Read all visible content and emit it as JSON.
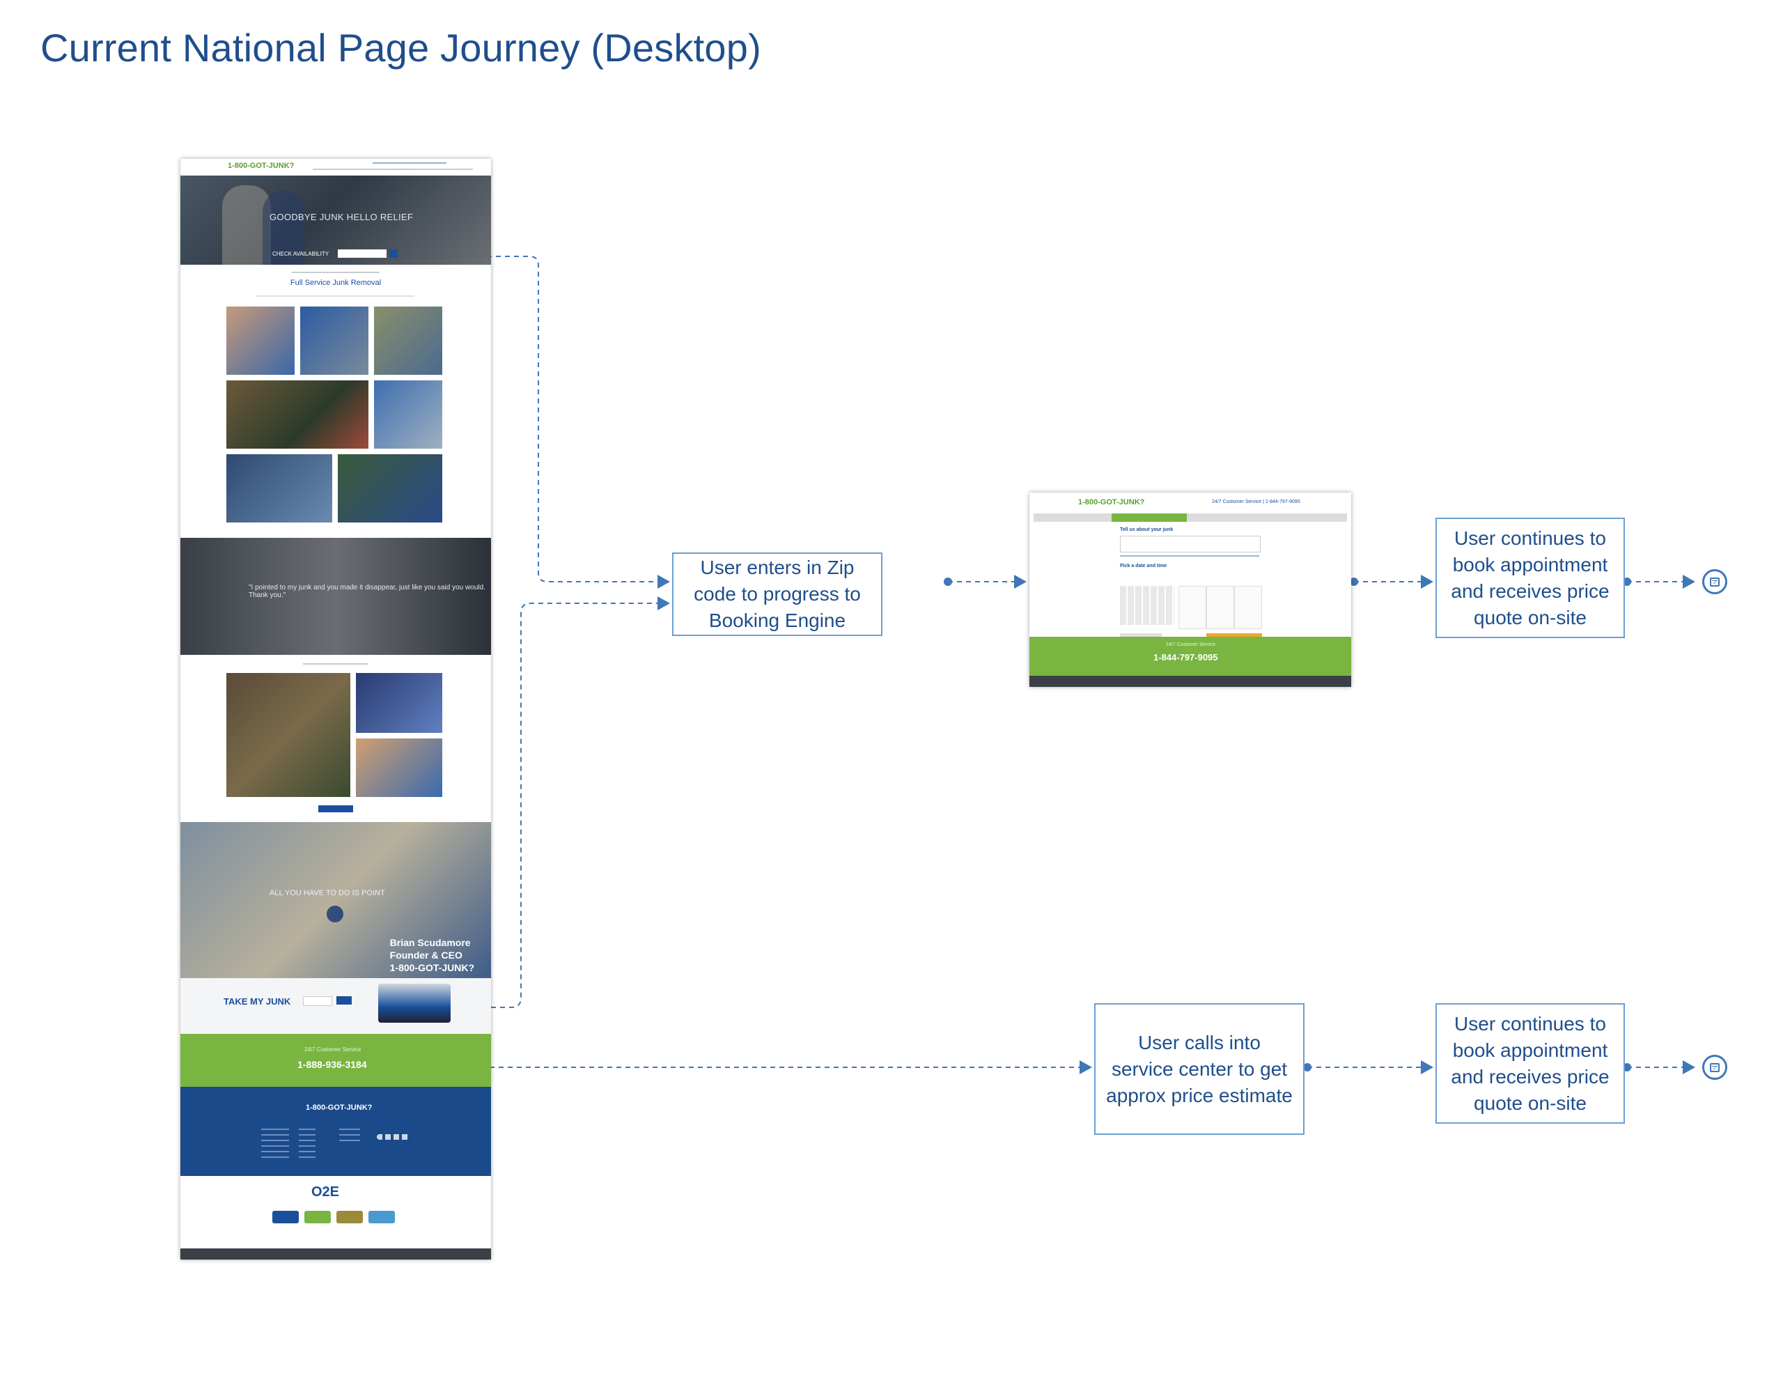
{
  "title": "Current National Page Journey (Desktop)",
  "colors": {
    "title": "#1f4e8c",
    "box_border": "#6b9fd4",
    "connector": "#3f77b8",
    "brand_green": "#79b540",
    "brand_blue": "#1a4f9c"
  },
  "steps": {
    "zip_step": "User enters in Zip code to progress to Booking Engine",
    "book_online": "User continues to book appointment and receives price quote on-site",
    "call_step": "User calls into service center to get approx price estimate",
    "book_phone": "User continues to book appointment and receives price quote on-site"
  },
  "end_icon": "calendar-check-icon",
  "website_thumbnail": {
    "logo": "1-800-GOT-JUNK?",
    "hero_tagline": "GOODBYE JUNK HELLO RELIEF",
    "check_label": "CHECK AVAILABILITY",
    "services_title": "Full Service Junk Removal",
    "testimonial": "\"I pointed to my junk and you made it disappear, just like you said you would. Thank you.\"",
    "video_caption": "Brian Scudamore\nFounder & CEO\n1-800-GOT-JUNK?",
    "video_heading": "ALL YOU HAVE TO DO IS POINT",
    "take_my_junk": "TAKE MY JUNK",
    "cs_label": "24/7 Customer Service",
    "phone": "1-888-936-3184",
    "o2e": "O2E"
  },
  "booking_thumbnail": {
    "logo": "1-800-GOT-JUNK?",
    "cs_header": "24/7 Customer Service | 1-844-797-9095",
    "section1": "Tell us about your junk",
    "section2": "Pick a date and time",
    "cs_label": "24/7 Customer Service",
    "phone": "1-844-797-9095"
  }
}
